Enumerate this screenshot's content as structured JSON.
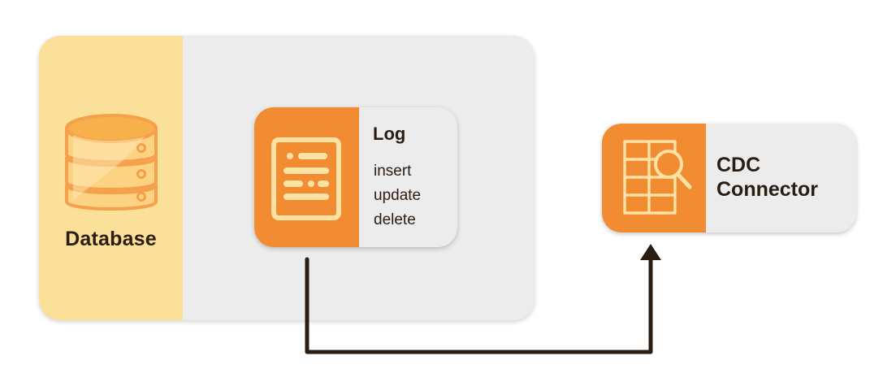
{
  "database": {
    "label": "Database",
    "icon": "database-icon"
  },
  "log": {
    "title": "Log",
    "operations": [
      "insert",
      "update",
      "delete"
    ],
    "icon": "document-list-icon"
  },
  "cdc_connector": {
    "title_line1": "CDC",
    "title_line2": "Connector",
    "icon": "table-search-icon"
  },
  "colors": {
    "orange": "#f28c32",
    "cream": "#fbe09a",
    "card_gray": "#ececec",
    "text_dark": "#2b1d12",
    "arrow": "#2b1d12"
  }
}
